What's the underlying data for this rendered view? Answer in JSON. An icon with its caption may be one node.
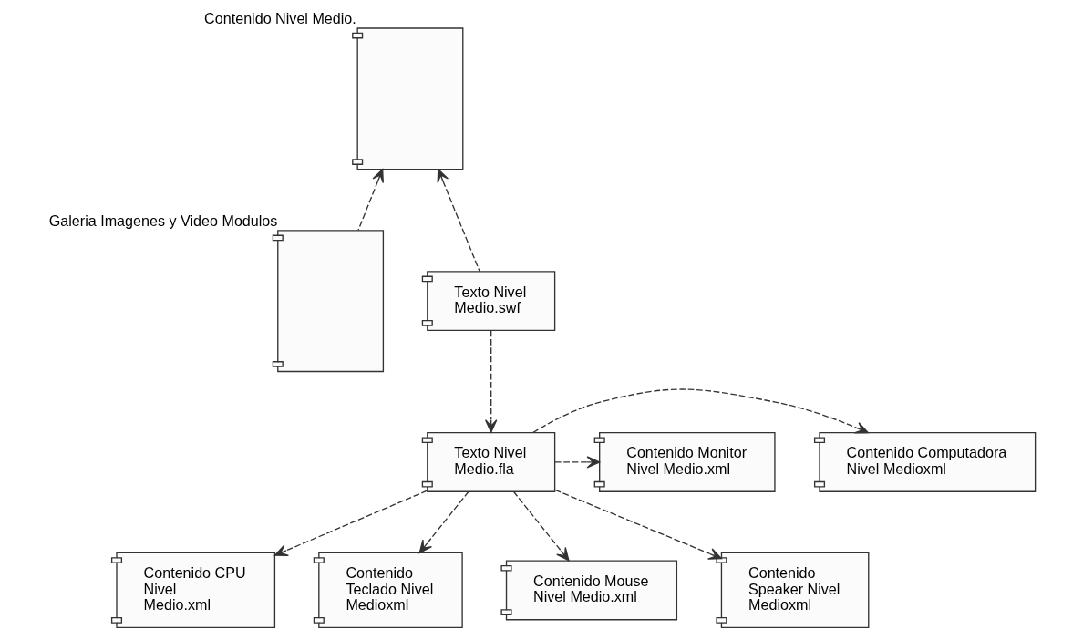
{
  "diagram": {
    "nodes": [
      {
        "text": [
          "Contenido Nivel Medio."
        ]
      },
      {
        "text": [
          "Galeria Imagenes y Video Modulos"
        ]
      },
      {
        "text": [
          "Texto Nivel Medio.swf"
        ]
      },
      {
        "text": [
          "Texto Nivel Medio.fla"
        ]
      },
      {
        "text": [
          "Contenido Computadora Nivel Medioxml"
        ]
      },
      {
        "text": [
          "Contenido Monitor Nivel Medio.xml"
        ]
      },
      {
        "text": [
          "Contenido CPU Nivel Medio.xml"
        ]
      },
      {
        "text": [
          "Contenido Teclado Nivel Medioxml"
        ]
      },
      {
        "text": [
          "Contenido Mouse Nivel Medio.xml"
        ]
      },
      {
        "text": [
          "Contenido Speaker Nivel Medioxml"
        ]
      }
    ],
    "edges": [
      {
        "from": 1,
        "to": 0,
        "arrow": "to",
        "style": "dashed"
      },
      {
        "from": 2,
        "to": 0,
        "arrow": "to",
        "style": "dashed"
      },
      {
        "from": 2,
        "to": 3,
        "arrow": "to",
        "style": "dashed"
      },
      {
        "from": 3,
        "to": 4,
        "arrow": "to",
        "style": "dashed"
      },
      {
        "from": 3,
        "to": 5,
        "arrow": "to",
        "style": "dashed"
      },
      {
        "from": 3,
        "to": 6,
        "arrow": "to",
        "style": "dashed"
      },
      {
        "from": 3,
        "to": 7,
        "arrow": "to",
        "style": "dashed"
      },
      {
        "from": 3,
        "to": 8,
        "arrow": "to",
        "style": "dashed"
      },
      {
        "from": 3,
        "to": 9,
        "arrow": "to",
        "style": "dashed"
      }
    ]
  }
}
